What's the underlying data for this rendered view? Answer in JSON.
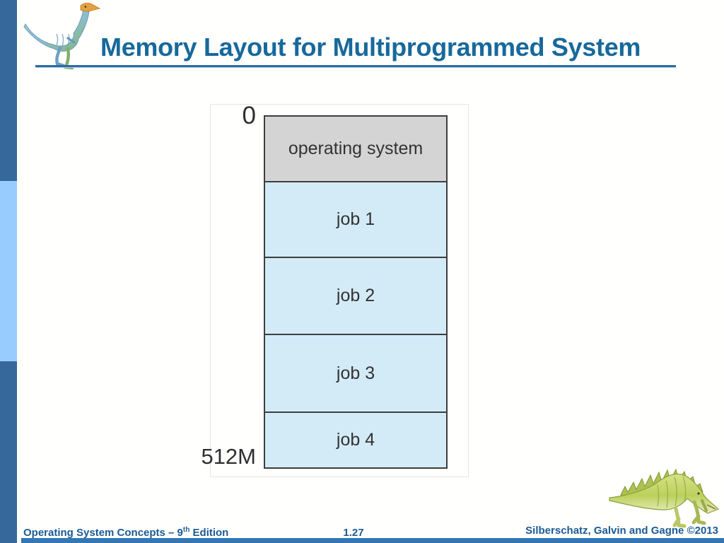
{
  "header": {
    "title": "Memory Layout for Multiprogrammed System"
  },
  "diagram": {
    "start_address_label": "0",
    "end_address_label": "512M",
    "segments": [
      {
        "label": "operating system",
        "color": "#d4d4d4"
      },
      {
        "label": "job 1",
        "color": "#d3ebf7"
      },
      {
        "label": "job 2",
        "color": "#d3ebf7"
      },
      {
        "label": "job 3",
        "color": "#d3ebf7"
      },
      {
        "label": "job 4",
        "color": "#d3ebf7"
      }
    ]
  },
  "footer": {
    "book_prefix": "Operating System Concepts – 9",
    "edition_sup": "th",
    "edition_rest": " Edition",
    "page": "1.27",
    "authors": "Silberschatz, Galvin and Gagne ©2013"
  },
  "icons": {
    "top_left": "dinosaur-logo",
    "bottom_right": "dinosaur-mascot"
  },
  "colors": {
    "title_text": "#17699c",
    "footer_text": "#1a5b94",
    "side_bar_dark": "#36689b",
    "side_bar_light": "#99ccfe",
    "bottom_strip": "#3377b4",
    "os_segment_fill": "#d4d4d4",
    "job_segment_fill": "#d3ebf7",
    "box_border": "#3e3e3e"
  }
}
